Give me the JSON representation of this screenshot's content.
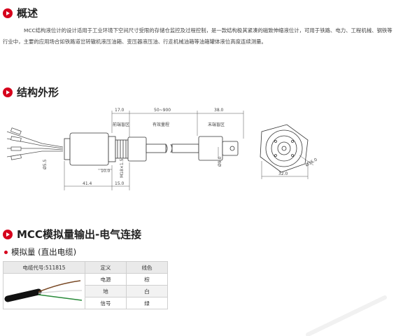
{
  "sections": {
    "overview": {
      "title": "概述",
      "description": "MCC结构液位计的设计适用于工业环境下空间尺寸受限的存储仓监控及过程控制，是一款结构极其紧凑的磁致伸缩液位计，可用于铁路、电力、工程机械、钢铁等行业中，主要的应用场合如铁路道岔转辙机液压油箱、变压器液压油、行走机械油箱等油箱罐体液位高度连续测量。"
    },
    "structure": {
      "title": "结构外形",
      "drawing": {
        "dims": {
          "d17": "17.0",
          "range": "50~900",
          "d38": "38.0",
          "front_zone": "前端盲区",
          "effective": "有效量程",
          "end_zone": "末端盲区",
          "d41": "41.4",
          "d10": "10.0",
          "d15": "15.0",
          "thread": "M18×1.5",
          "phi9": "Ø9.0",
          "phi55": "Ø5.5",
          "d32": "32.0",
          "phi36": "Ø36.0"
        }
      }
    },
    "electrical": {
      "title": "MCC模拟量输出-电气连接",
      "subtitle": "模拟量 (直出电缆)",
      "table": {
        "cable_label": "电缆代号:511815",
        "col_def": "定义",
        "col_color": "线色",
        "rows": [
          {
            "def": "电源",
            "color": "棕"
          },
          {
            "def": "地",
            "color": "白"
          },
          {
            "def": "信号",
            "color": "绿"
          }
        ]
      }
    }
  },
  "accent_color": "#d6001c",
  "icons": {
    "section_bullet": "play-circle-icon",
    "sub_bullet": "dot-icon"
  }
}
